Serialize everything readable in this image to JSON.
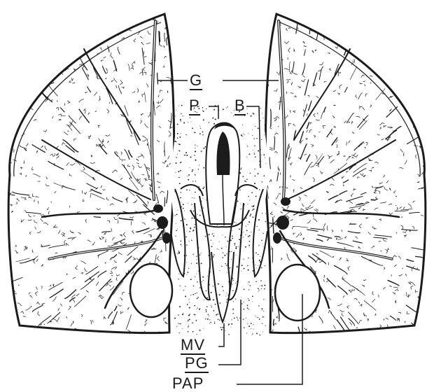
{
  "labels": {
    "g": "G",
    "p": "P",
    "b": "B",
    "mv": "MV",
    "pg": "PG",
    "pap": "PAP"
  },
  "ink": "#1b1b1b"
}
